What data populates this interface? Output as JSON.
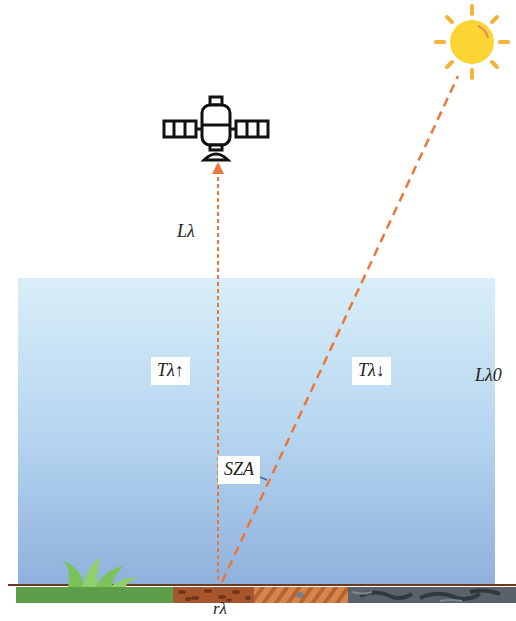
{
  "diagram": {
    "nodes": [
      {
        "text": [
          "Tλ↑"
        ]
      },
      {
        "text": [
          "Tλ↓"
        ]
      },
      {
        "text": [
          "SZA"
        ]
      }
    ],
    "labels": [
      "Lλ",
      "Lλ0",
      "rλ"
    ]
  }
}
